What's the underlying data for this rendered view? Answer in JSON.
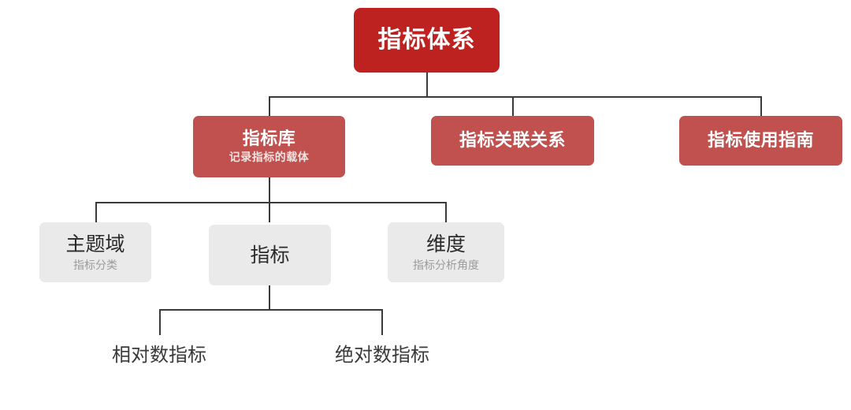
{
  "diagram": {
    "type": "tree-hierarchy",
    "orientation": "top-down",
    "colors": {
      "root_box": "#BE2220",
      "level2_box": "#C0514E",
      "level3_box": "#EAEAEA",
      "connector_line": "#3A3A3A",
      "root_text": "#FFFFFF",
      "level2_text": "#FFFFFF",
      "level2_subtext": "#F4E2E1",
      "level3_text": "#2B2B2B",
      "level3_subtext": "#9C9C9C",
      "leaf_text": "#3A3A3A",
      "background": "#FFFFFF"
    },
    "root": {
      "title": "指标体系"
    },
    "level2": [
      {
        "title": "指标库",
        "subtitle": "记录指标的载体"
      },
      {
        "title": "指标关联关系",
        "subtitle": ""
      },
      {
        "title": "指标使用指南",
        "subtitle": ""
      }
    ],
    "level3": [
      {
        "title": "主题域",
        "subtitle": "指标分类"
      },
      {
        "title": "指标",
        "subtitle": ""
      },
      {
        "title": "维度",
        "subtitle": "指标分析角度"
      }
    ],
    "level4": [
      {
        "title": "相对数指标"
      },
      {
        "title": "绝对数指标"
      }
    ]
  }
}
